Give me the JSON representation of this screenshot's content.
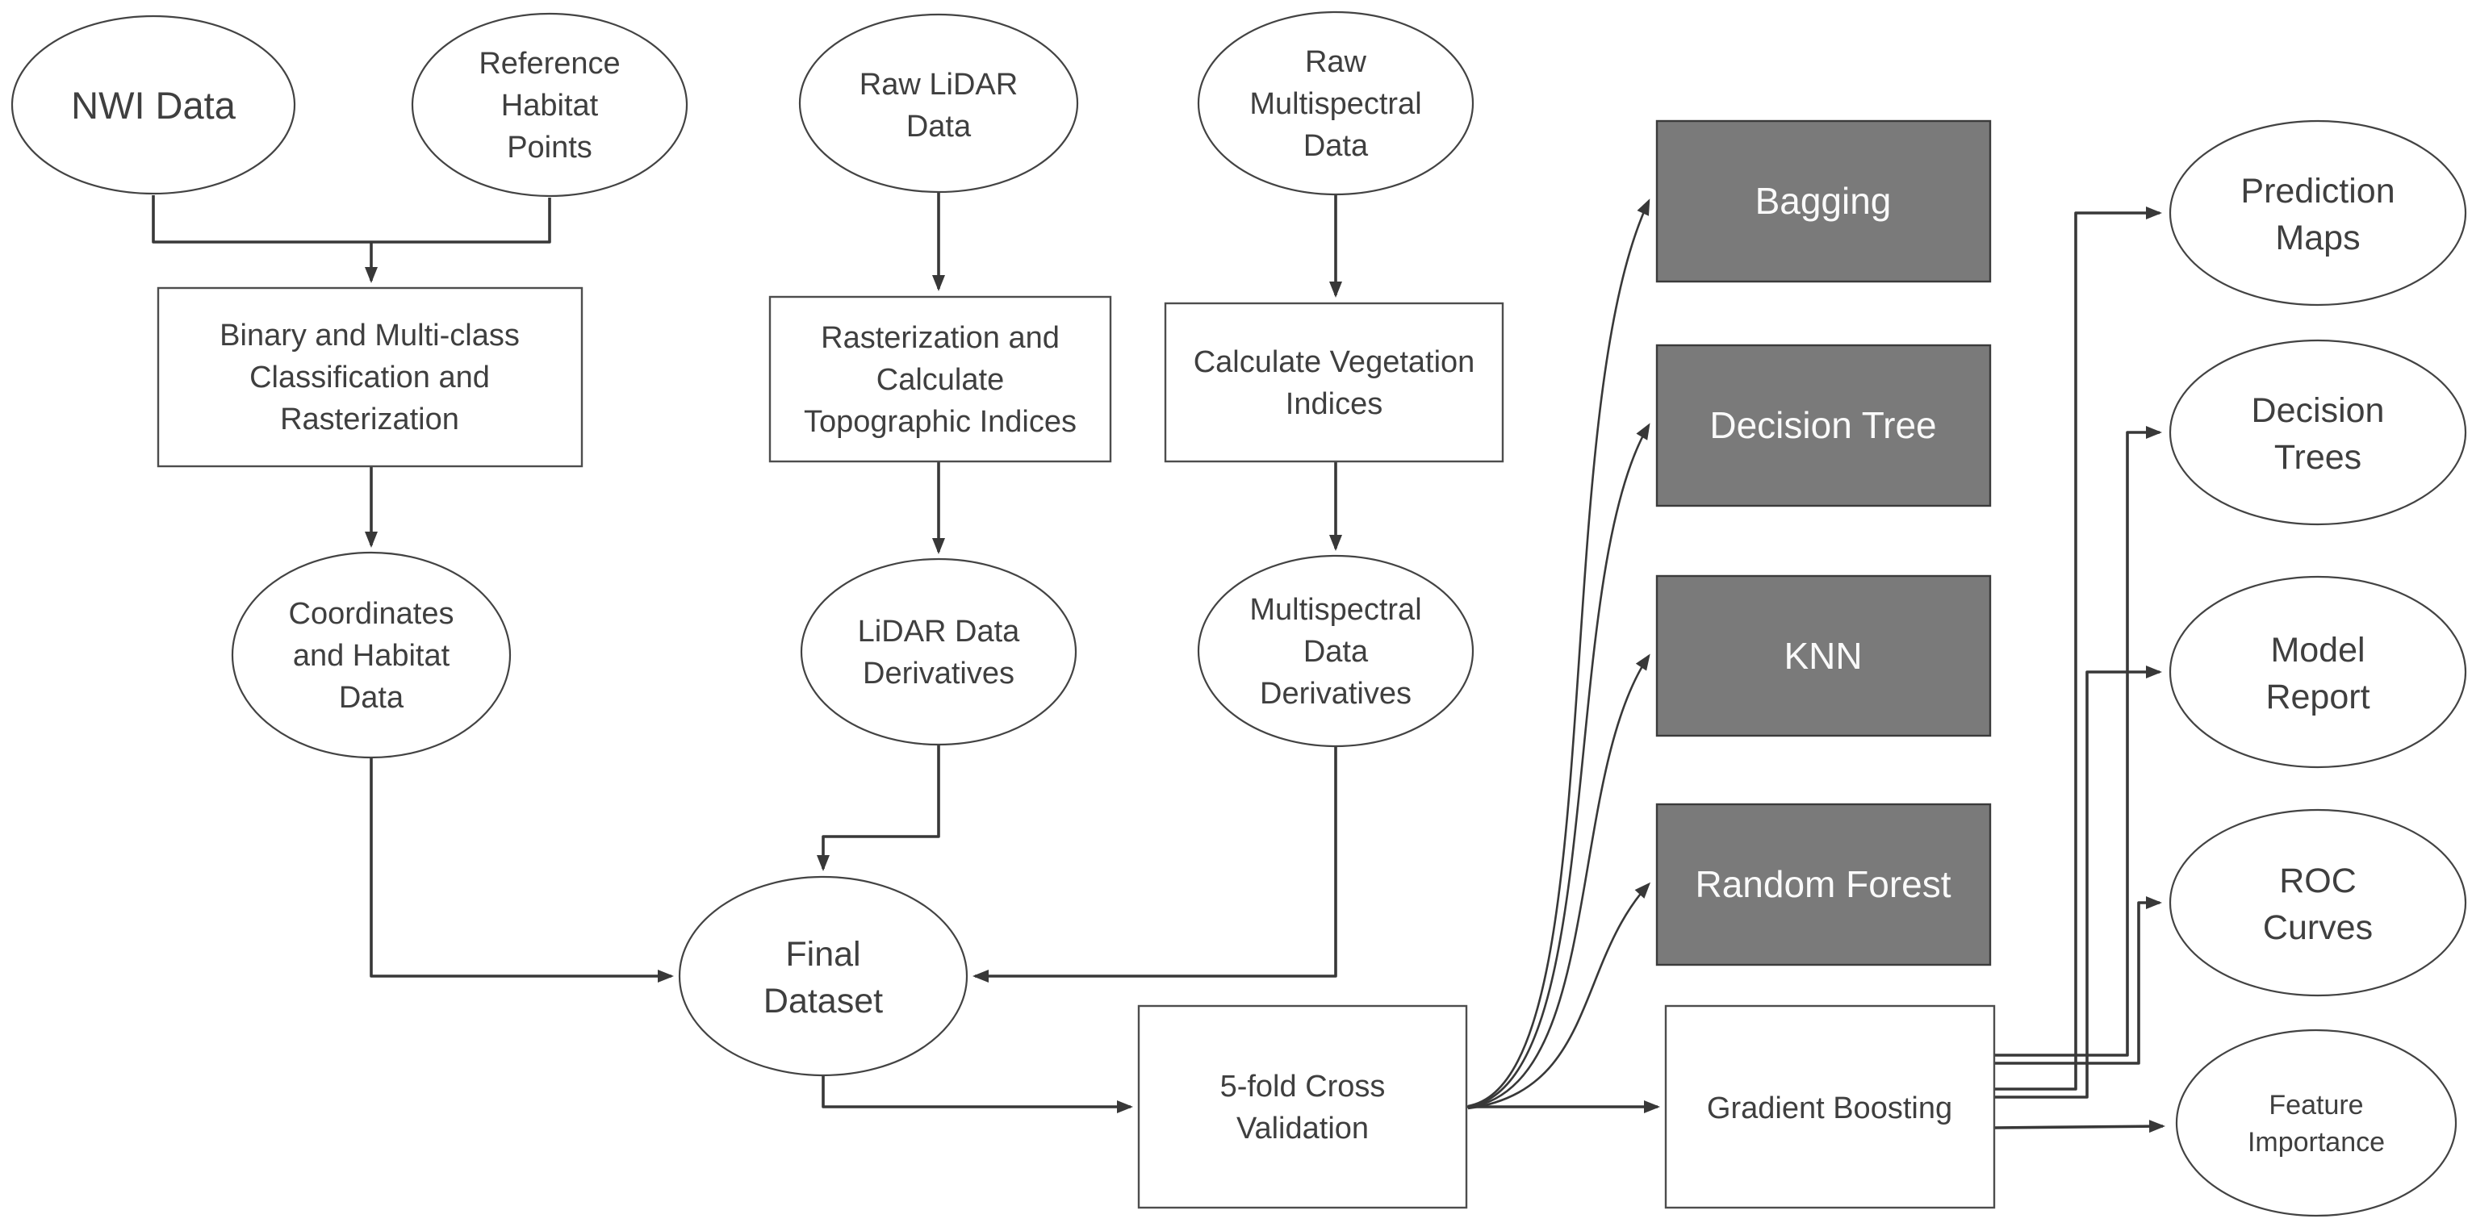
{
  "diagram": {
    "type": "flowchart",
    "background": "#ffffff",
    "colors": {
      "shape_stroke": "#434343",
      "edge_stroke": "#383838",
      "gray_box_fill": "#7a7a7a",
      "gray_box_text": "#fafafa",
      "text": "#3f3f3f"
    }
  },
  "nodes": {
    "nwi": {
      "shape": "ellipse",
      "label": "NWI Data",
      "lines": [
        "NWI Data"
      ]
    },
    "refhab": {
      "shape": "ellipse",
      "label": "Reference Habitat Points",
      "lines": [
        "Reference",
        "Habitat",
        "Points"
      ]
    },
    "rawlidar": {
      "shape": "ellipse",
      "label": "Raw LiDAR Data",
      "lines": [
        "Raw LiDAR",
        "Data"
      ]
    },
    "rawmulti": {
      "shape": "ellipse",
      "label": "Raw Multispectral Data",
      "lines": [
        "Raw",
        "Multispectral",
        "Data"
      ]
    },
    "binary": {
      "shape": "rect",
      "label": "Binary and Multi-class Classification and Rasterization",
      "lines": [
        "Binary and Multi-class",
        "Classification and",
        "Rasterization"
      ]
    },
    "raster": {
      "shape": "rect",
      "label": "Rasterization and Calculate Topographic Indices",
      "lines": [
        "Rasterization and",
        "Calculate",
        "Topographic Indices"
      ]
    },
    "calcveg": {
      "shape": "rect",
      "label": "Calculate Vegetation Indices",
      "lines": [
        "Calculate Vegetation",
        "Indices"
      ]
    },
    "coord": {
      "shape": "ellipse",
      "label": "Coordinates and Habitat Data",
      "lines": [
        "Coordinates",
        "and Habitat",
        "Data"
      ]
    },
    "lidarderiv": {
      "shape": "ellipse",
      "label": "LiDAR Data Derivatives",
      "lines": [
        "LiDAR Data",
        "Derivatives"
      ]
    },
    "multideriv": {
      "shape": "ellipse",
      "label": "Multispectral Data Derivatives",
      "lines": [
        "Multispectral",
        "Data",
        "Derivatives"
      ]
    },
    "final": {
      "shape": "ellipse",
      "label": "Final Dataset",
      "lines": [
        "Final",
        "Dataset"
      ]
    },
    "cv": {
      "shape": "rect",
      "label": "5-fold Cross Validation",
      "lines": [
        "5-fold Cross",
        "Validation"
      ]
    },
    "bagging": {
      "shape": "rect-gray",
      "label": "Bagging",
      "lines": [
        "Bagging"
      ]
    },
    "dtree": {
      "shape": "rect-gray",
      "label": "Decision Tree",
      "lines": [
        "Decision Tree"
      ]
    },
    "knn": {
      "shape": "rect-gray",
      "label": "KNN",
      "lines": [
        "KNN"
      ]
    },
    "rforest": {
      "shape": "rect-gray",
      "label": "Random Forest",
      "lines": [
        "Random Forest"
      ]
    },
    "gboost": {
      "shape": "rect",
      "label": "Gradient Boosting",
      "lines": [
        "Gradient Boosting"
      ]
    },
    "predmaps": {
      "shape": "ellipse",
      "label": "Prediction Maps",
      "lines": [
        "Prediction",
        "Maps"
      ]
    },
    "dtrees_out": {
      "shape": "ellipse",
      "label": "Decision Trees",
      "lines": [
        "Decision",
        "Trees"
      ]
    },
    "modelreport": {
      "shape": "ellipse",
      "label": "Model Report",
      "lines": [
        "Model",
        "Report"
      ]
    },
    "roc": {
      "shape": "ellipse",
      "label": "ROC Curves",
      "lines": [
        "ROC",
        "Curves"
      ]
    },
    "featimp": {
      "shape": "ellipse",
      "label": "Feature Importance",
      "lines": [
        "Feature",
        "Importance"
      ]
    }
  },
  "edges": [
    {
      "from": "nwi",
      "to": "binary"
    },
    {
      "from": "refhab",
      "to": "binary"
    },
    {
      "from": "binary",
      "to": "coord"
    },
    {
      "from": "rawlidar",
      "to": "raster"
    },
    {
      "from": "raster",
      "to": "lidarderiv"
    },
    {
      "from": "rawmulti",
      "to": "calcveg"
    },
    {
      "from": "calcveg",
      "to": "multideriv"
    },
    {
      "from": "coord",
      "to": "final"
    },
    {
      "from": "lidarderiv",
      "to": "final"
    },
    {
      "from": "multideriv",
      "to": "final"
    },
    {
      "from": "final",
      "to": "cv"
    },
    {
      "from": "cv",
      "to": "bagging"
    },
    {
      "from": "cv",
      "to": "dtree"
    },
    {
      "from": "cv",
      "to": "knn"
    },
    {
      "from": "cv",
      "to": "rforest"
    },
    {
      "from": "cv",
      "to": "gboost"
    },
    {
      "from": "gboost",
      "to": "predmaps"
    },
    {
      "from": "gboost",
      "to": "dtrees_out"
    },
    {
      "from": "gboost",
      "to": "modelreport"
    },
    {
      "from": "gboost",
      "to": "roc"
    },
    {
      "from": "gboost",
      "to": "featimp"
    }
  ]
}
